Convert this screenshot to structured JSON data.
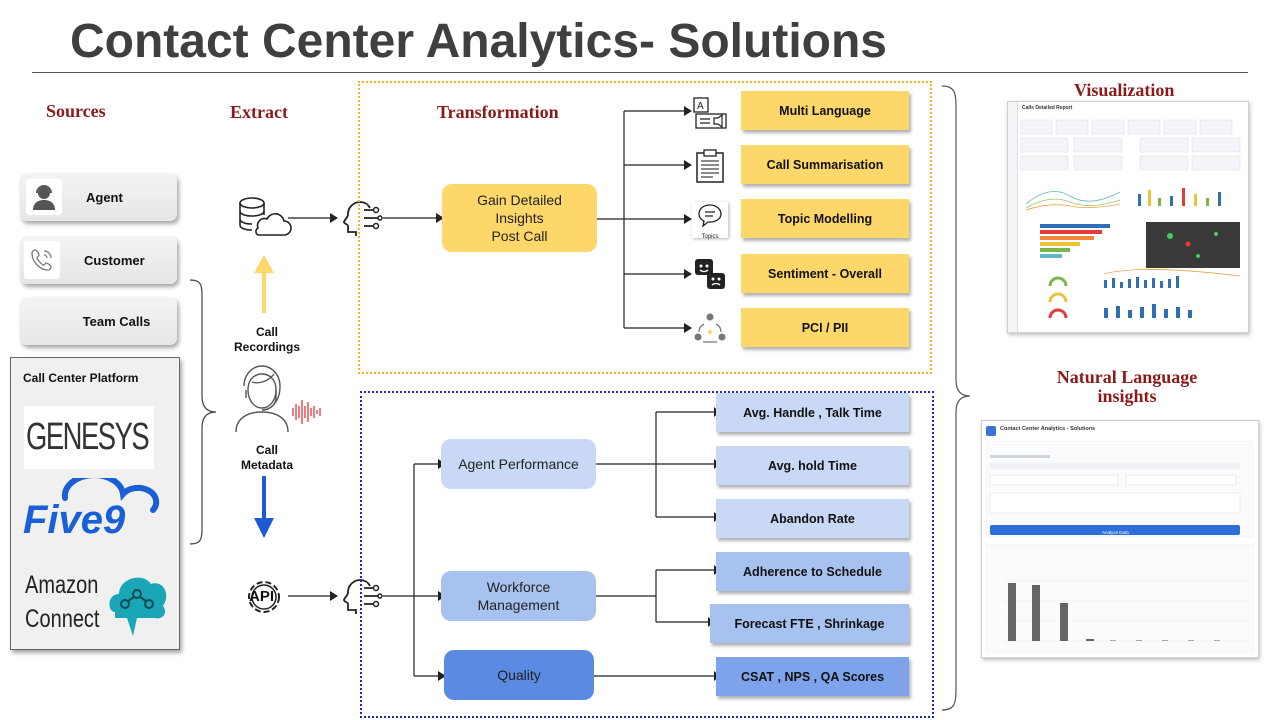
{
  "title": "Contact Center Analytics- Solutions",
  "headers": {
    "sources": "Sources",
    "extract": "Extract",
    "transformation": "Transformation",
    "visualization": "Visualization",
    "nl_insights_line1": "Natural Language",
    "nl_insights_line2": "insights"
  },
  "sources": {
    "agent": "Agent",
    "customer": "Customer",
    "team_calls": "Team Calls",
    "platform_title": "Call Center Platform",
    "genesys": "GENESYS",
    "five9": "Five9",
    "amazon_line1": "Amazon",
    "amazon_line2": "Connect"
  },
  "extract": {
    "call_recordings_1": "Call",
    "call_recordings_2": "Recordings",
    "call_metadata_1": "Call",
    "call_metadata_2": "Metadata",
    "api": "API"
  },
  "post_call": {
    "line1": "Gain Detailed",
    "line2": "Insights",
    "line3": "Post Call",
    "outputs": [
      "Multi Language",
      "Call Summarisation",
      "Topic Modelling",
      "Sentiment - Overall",
      "PCI / PII"
    ],
    "topics_caption": "Topics"
  },
  "metadata": {
    "agent_performance": "Agent Performance",
    "workforce_line1": "Workforce",
    "workforce_line2": "Management",
    "quality": "Quality",
    "outputs": [
      "Avg.  Handle , Talk Time",
      "Avg. hold Time",
      "Abandon Rate",
      "Adherence to Schedule",
      "Forecast FTE , Shrinkage",
      "CSAT , NPS , QA Scores"
    ]
  },
  "dashboard": {
    "title": "Calls Detailed Report"
  },
  "nl_app": {
    "title": "Contact Center Analytics - Solutions",
    "analyze_button": "Analyze Data"
  },
  "colors": {
    "header_red": "#8b1a1a",
    "yellow_box": "#fdd76a",
    "blue_light": "#c9d8f5",
    "blue_mid": "#a8c2f0",
    "blue_dark": "#7ea3ea",
    "gold_border": "#f2b526",
    "navy_border": "#1f2ab8"
  },
  "icons": [
    "agent-icon",
    "phone-icon",
    "database-cloud-icon",
    "ai-chip-icon",
    "headset-agent-icon",
    "sound-wave-icon",
    "api-gear-icon",
    "translate-icon",
    "summary-doc-icon",
    "topics-bubble-icon",
    "sentiment-faces-icon",
    "privacy-people-icon"
  ]
}
